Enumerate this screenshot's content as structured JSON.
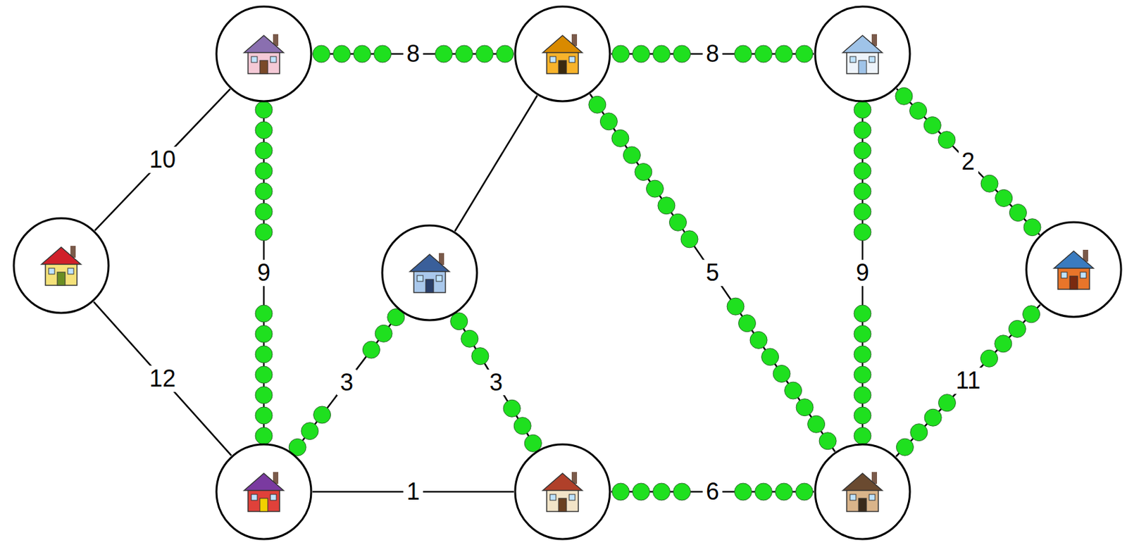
{
  "diagram": {
    "nodes": [
      {
        "text": []
      },
      {
        "text": []
      },
      {
        "text": []
      },
      {
        "text": []
      },
      {
        "text": []
      },
      {
        "text": []
      },
      {
        "text": []
      },
      {
        "text": []
      },
      {
        "text": []
      }
    ],
    "edges": [
      {
        "from": 0,
        "to": 1,
        "arrow": "none",
        "label": "8"
      },
      {
        "from": 1,
        "to": 2,
        "arrow": "none",
        "label": "8"
      },
      {
        "from": 0,
        "to": 3,
        "arrow": "none",
        "label": "10"
      },
      {
        "from": 0,
        "to": 6,
        "arrow": "none",
        "label": "9"
      },
      {
        "from": 1,
        "to": 4,
        "arrow": "none"
      },
      {
        "from": 1,
        "to": 8,
        "arrow": "none",
        "label": "5"
      },
      {
        "from": 2,
        "to": 8,
        "arrow": "none",
        "label": "9"
      },
      {
        "from": 2,
        "to": 5,
        "arrow": "none",
        "label": "2"
      },
      {
        "from": 3,
        "to": 6,
        "arrow": "none",
        "label": "12"
      },
      {
        "from": 4,
        "to": 6,
        "arrow": "none",
        "label": "3"
      },
      {
        "from": 4,
        "to": 7,
        "arrow": "none",
        "label": "3"
      },
      {
        "from": 6,
        "to": 7,
        "arrow": "none",
        "label": "1"
      },
      {
        "from": 7,
        "to": 8,
        "arrow": "none",
        "label": "6"
      },
      {
        "from": 8,
        "to": 5,
        "arrow": "none",
        "label": "11"
      }
    ]
  }
}
